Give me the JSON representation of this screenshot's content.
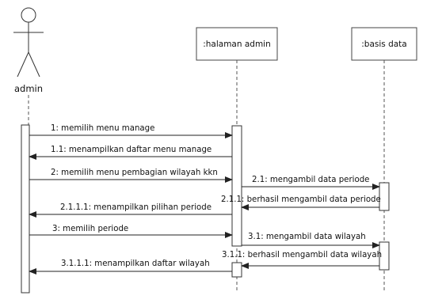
{
  "actor": {
    "label": "admin"
  },
  "lifelines": {
    "halaman_admin": ":halaman admin",
    "basis_data": ":basis data"
  },
  "messages": [
    {
      "label": "1: memilih menu manage",
      "direction": "right"
    },
    {
      "label": "1.1: menampilkan daftar menu manage",
      "direction": "left"
    },
    {
      "label": "2: memilih menu pembagian wilayah kkn",
      "direction": "right"
    },
    {
      "label": "2.1: mengambil data periode",
      "direction": "right"
    },
    {
      "label": "2.1.1: berhasil mengambil data periode",
      "direction": "left"
    },
    {
      "label": "2.1.1.1: menampilkan pilihan periode",
      "direction": "left"
    },
    {
      "label": "3: memilih periode",
      "direction": "right"
    },
    {
      "label": "3.1: mengambil data wilayah",
      "direction": "right"
    },
    {
      "label": "3.1.1: berhasil mengambil data wilayah",
      "direction": "left"
    },
    {
      "label": "3.1.1.1: menampilkan daftar wilayah",
      "direction": "left"
    }
  ]
}
